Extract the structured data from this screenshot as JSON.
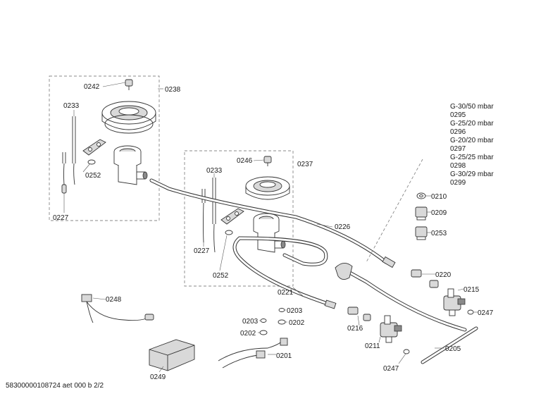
{
  "gas_options": [
    {
      "gas": "G-30/50 mbar",
      "part": "0295"
    },
    {
      "gas": "G-25/20 mbar",
      "part": "0296"
    },
    {
      "gas": "G-20/20 mbar",
      "part": "0297"
    },
    {
      "gas": "G-25/25 mbar",
      "part": "0298"
    },
    {
      "gas": "G-30/29 mbar",
      "part": "0299"
    }
  ],
  "labels": {
    "p0242": "0242",
    "p0238": "0238",
    "p0233a": "0233",
    "p0252a": "0252",
    "p0227a": "0227",
    "p0246": "0246",
    "p0237": "0237",
    "p0233b": "0233",
    "p0227b": "0227",
    "p0252b": "0252",
    "p0226": "0226",
    "p0221": "0221",
    "p0210": "0210",
    "p0209": "0209",
    "p0253": "0253",
    "p0220": "0220",
    "p0215": "0215",
    "p0247a": "0247",
    "p0216": "0216",
    "p0211": "0211",
    "p0205": "0205",
    "p0247b": "0247",
    "p0248": "0248",
    "p0203a": "0203",
    "p0203b": "0203",
    "p0202a": "0202",
    "p0202b": "0202",
    "p0201": "0201",
    "p0249": "0249"
  },
  "footer": "58300000108724 aet 000 b 2/2"
}
